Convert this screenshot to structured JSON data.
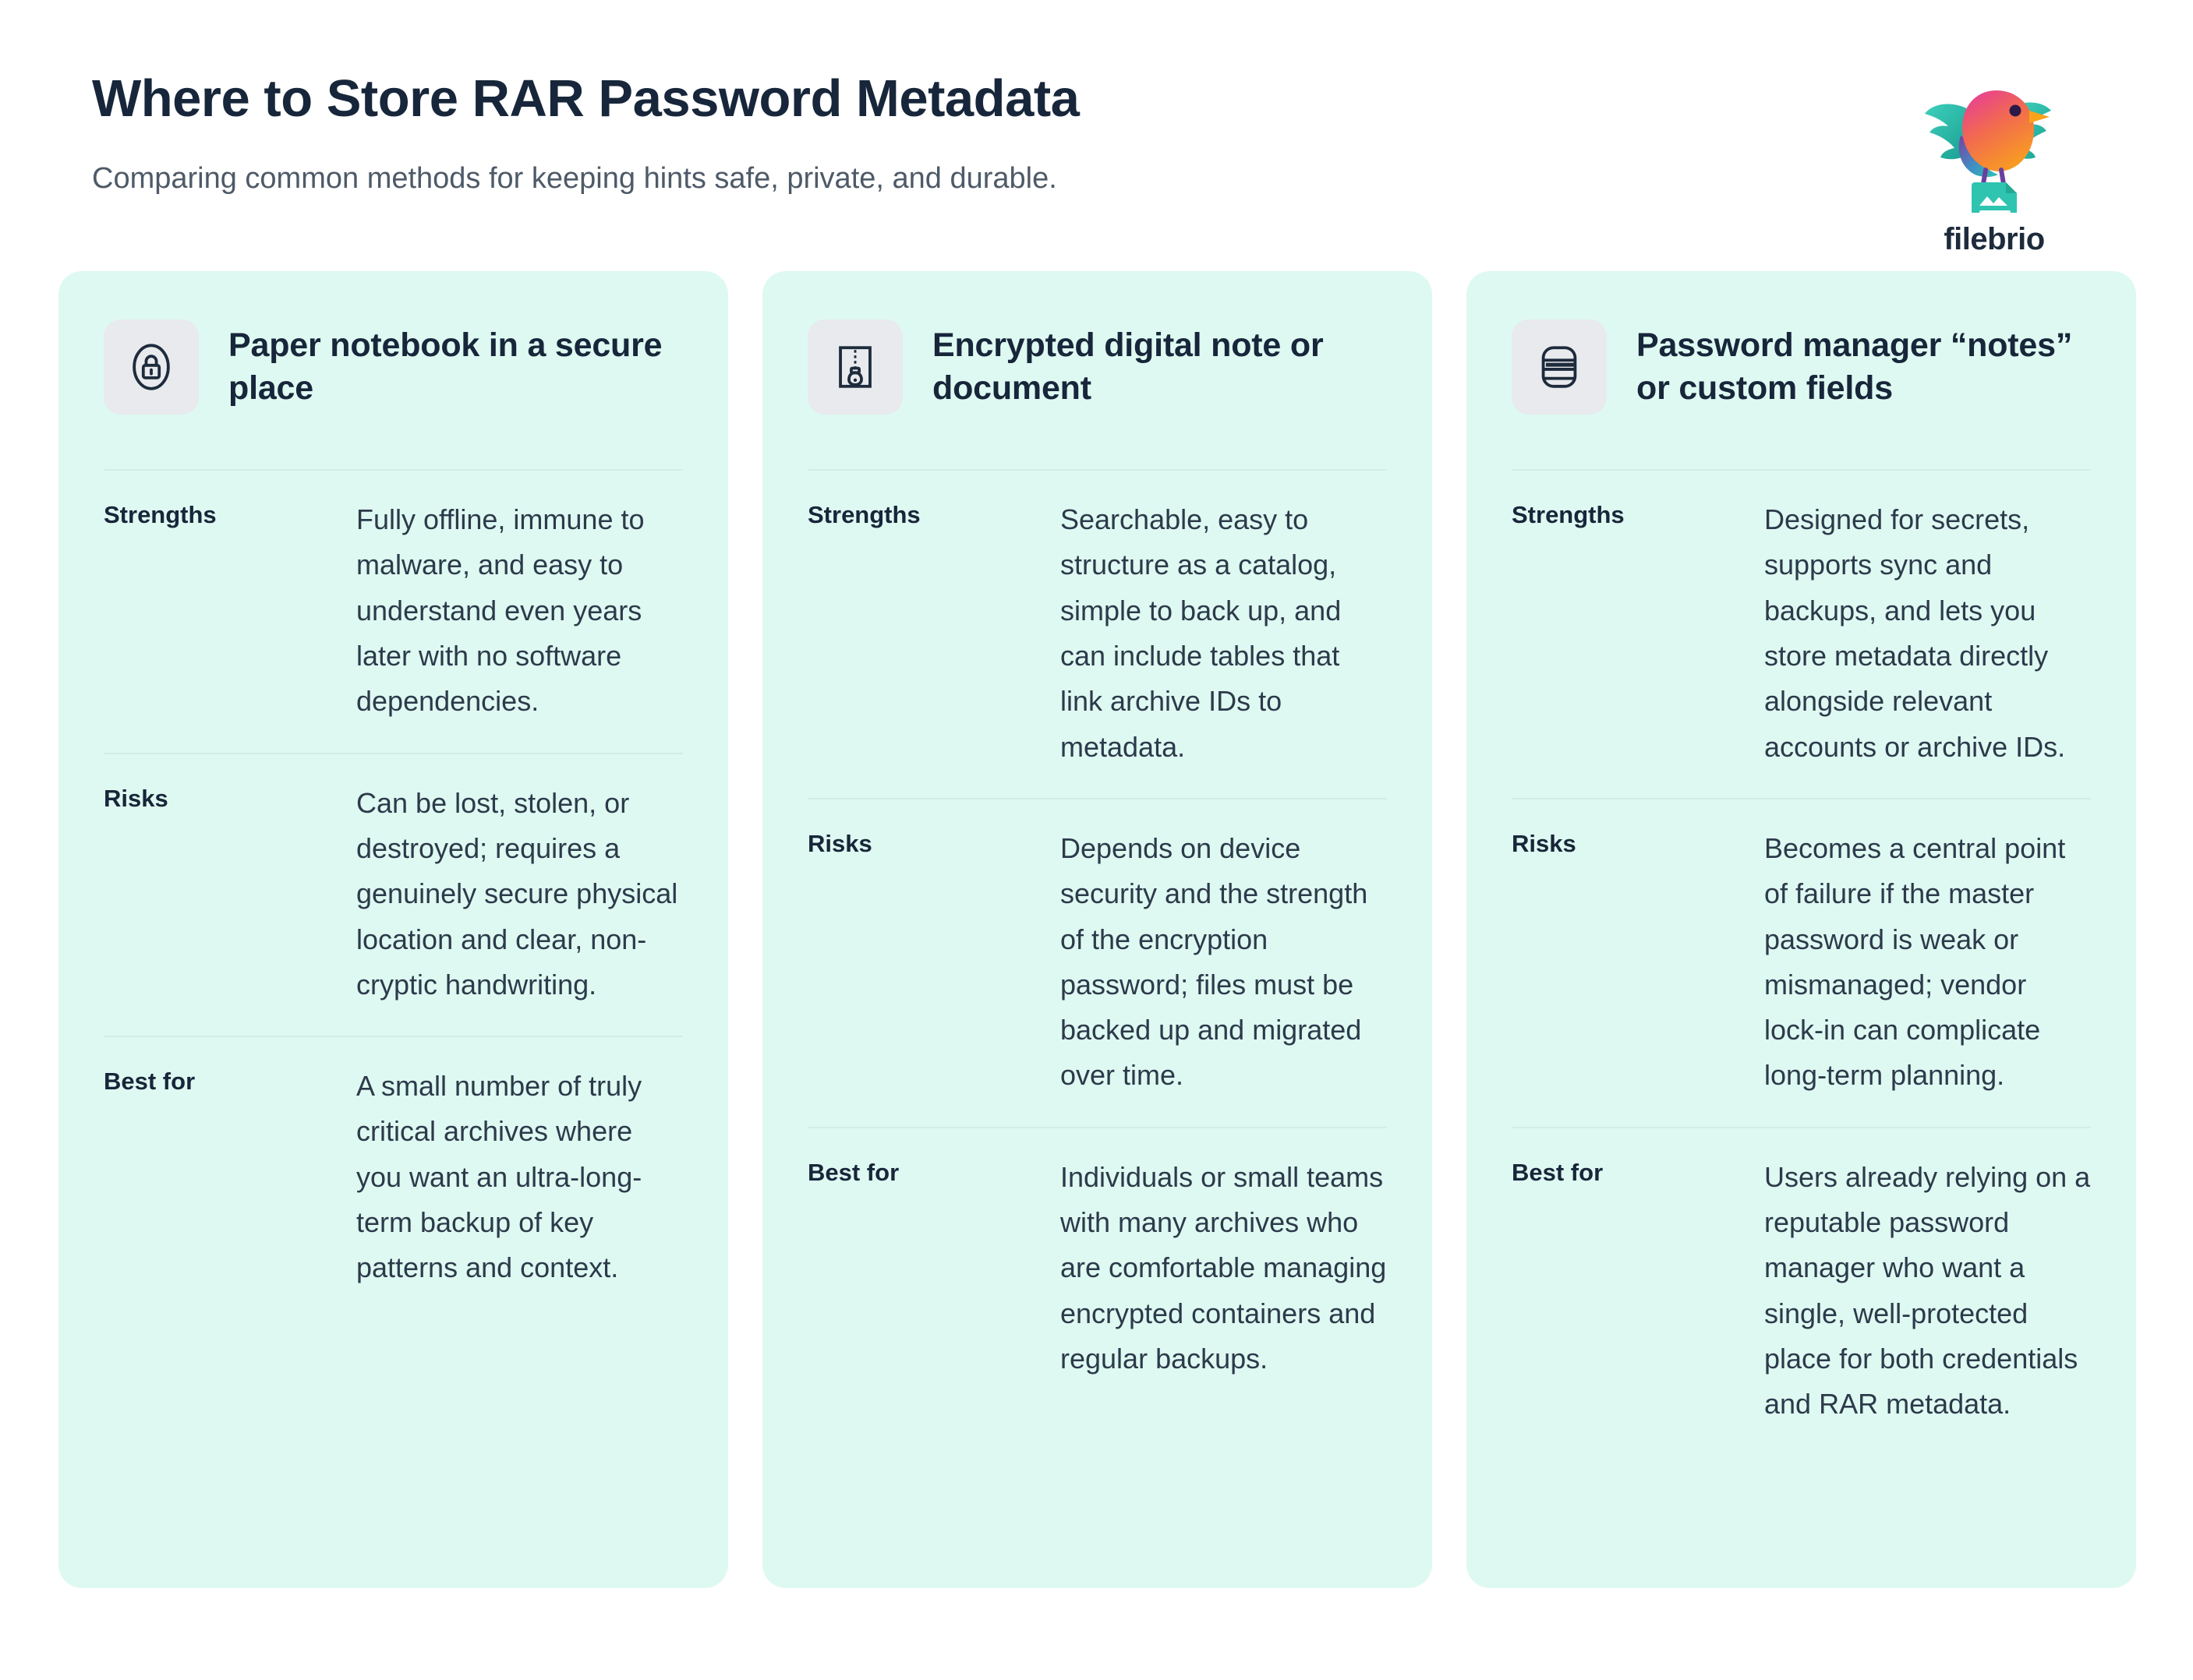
{
  "header": {
    "title": "Where to Store RAR Password Metadata",
    "subtitle": "Comparing common methods for keeping hints safe, private, and durable.",
    "logo_wordmark": "filebrio"
  },
  "colors": {
    "card_background": "#def9f1",
    "icon_box_background": "#e8eaed",
    "heading_text": "#17263a",
    "body_text": "#2c3a4b",
    "subtitle_text": "#4e5a68",
    "divider": "#cfeee4",
    "page_background": "#ffffff",
    "logo_teal": "#2ec4b0",
    "logo_pink": "#e8428f",
    "logo_orange": "#f79227",
    "logo_purple": "#7b3fa0"
  },
  "cards": [
    {
      "icon": "padlock-oval-icon",
      "title": "Paper notebook in a secure place",
      "rows": [
        {
          "label": "Strengths",
          "value": "Fully offline, immune to malware, and easy to understand even years later with no software dependencies."
        },
        {
          "label": "Risks",
          "value": "Can be lost, stolen, or destroyed; requires a genuinely secure physical location and clear, non-cryptic handwriting."
        },
        {
          "label": "Best for",
          "value": "A small number of truly critical archives where you want an ultra-long-term backup of key patterns and context."
        }
      ]
    },
    {
      "icon": "zipper-archive-icon",
      "title": "Encrypted digital note or document",
      "rows": [
        {
          "label": "Strengths",
          "value": "Searchable, easy to structure as a catalog, simple to back up, and can include tables that link archive IDs to metadata."
        },
        {
          "label": "Risks",
          "value": "Depends on device security and the strength of the encryption password; files must be backed up and migrated over time."
        },
        {
          "label": "Best for",
          "value": "Individuals or small teams with many archives who are comfortable managing encrypted containers and regular backups."
        }
      ]
    },
    {
      "icon": "password-vault-icon",
      "title": "Password manager “notes” or custom fields",
      "rows": [
        {
          "label": "Strengths",
          "value": "Designed for secrets, supports sync and backups, and lets you store metadata directly alongside relevant accounts or archive IDs."
        },
        {
          "label": "Risks",
          "value": "Becomes a central point of failure if the master password is weak or mismanaged; vendor lock-in can complicate long-term planning."
        },
        {
          "label": "Best for",
          "value": "Users already relying on a reputable password manager who want a single, well-protected place for both credentials and RAR metadata."
        }
      ]
    }
  ]
}
